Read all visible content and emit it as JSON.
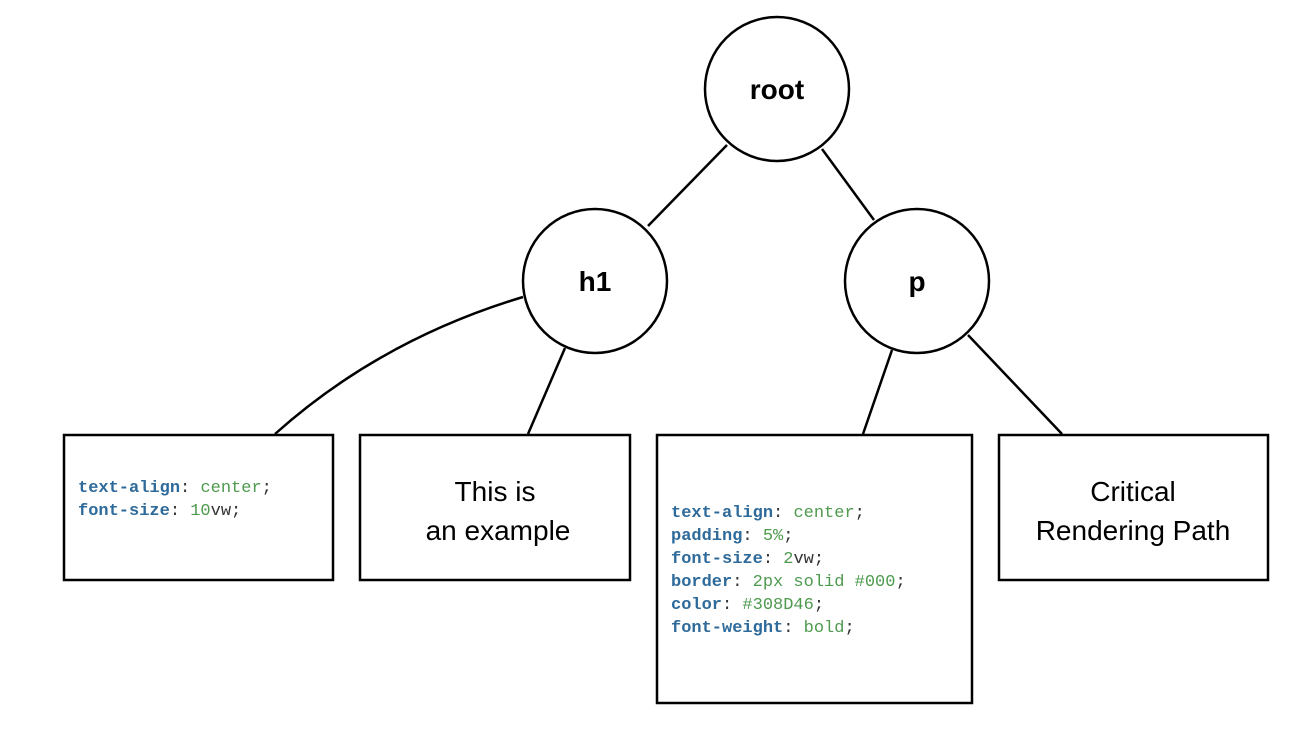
{
  "colors": {
    "property": "#2E6A9A",
    "value": "#4E9A4E",
    "punctuation": "#333333",
    "stroke": "#000000"
  },
  "nodes": {
    "root": "root",
    "h1": "h1",
    "p": "p"
  },
  "boxes": {
    "h1_style": {
      "declarations": [
        {
          "prop": "text-align",
          "value": "center",
          "unit": ""
        },
        {
          "prop": "font-size",
          "value": "10",
          "unit": "vw"
        }
      ]
    },
    "h1_text": {
      "lines": [
        "This is",
        "an example"
      ]
    },
    "p_style": {
      "declarations": [
        {
          "prop": "text-align",
          "value": "center",
          "unit": ""
        },
        {
          "prop": "padding",
          "value": "5%",
          "unit": ""
        },
        {
          "prop": "font-size",
          "value": "2",
          "unit": "vw"
        },
        {
          "prop": "border",
          "value": "2px solid #000",
          "unit": ""
        },
        {
          "prop": "color",
          "value": "#308D46",
          "unit": ""
        },
        {
          "prop": "font-weight",
          "value": "bold",
          "unit": ""
        }
      ]
    },
    "p_text": {
      "lines": [
        "Critical",
        "Rendering Path"
      ]
    }
  }
}
